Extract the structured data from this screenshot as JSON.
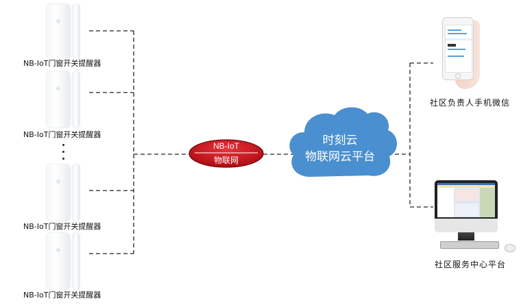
{
  "devices": [
    {
      "label": "NB-IoT门窗开关提醒器"
    },
    {
      "label": "NB-IoT门窗开关提醒器"
    },
    {
      "label": "NB-IoT门窗开关提醒器"
    },
    {
      "label": "NB-IoT门窗开关提醒器"
    }
  ],
  "network": {
    "line1": "NB-IoT",
    "line2": "物联网",
    "color": "#d0121b"
  },
  "cloud": {
    "line1": "时刻云",
    "line2": "物联网云平台",
    "color": "#4a8fcf"
  },
  "endpoints": {
    "phone": {
      "label": "社区负责人手机微信"
    },
    "desktop": {
      "label": "社区服务中心平台"
    }
  }
}
